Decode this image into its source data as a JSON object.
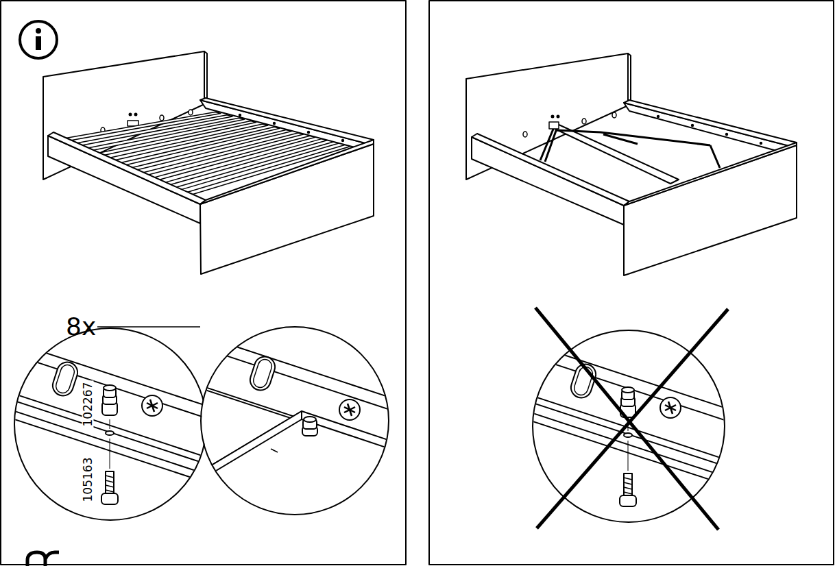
{
  "diagram": {
    "labels": [
      "8x",
      "102267",
      "105163"
    ]
  }
}
